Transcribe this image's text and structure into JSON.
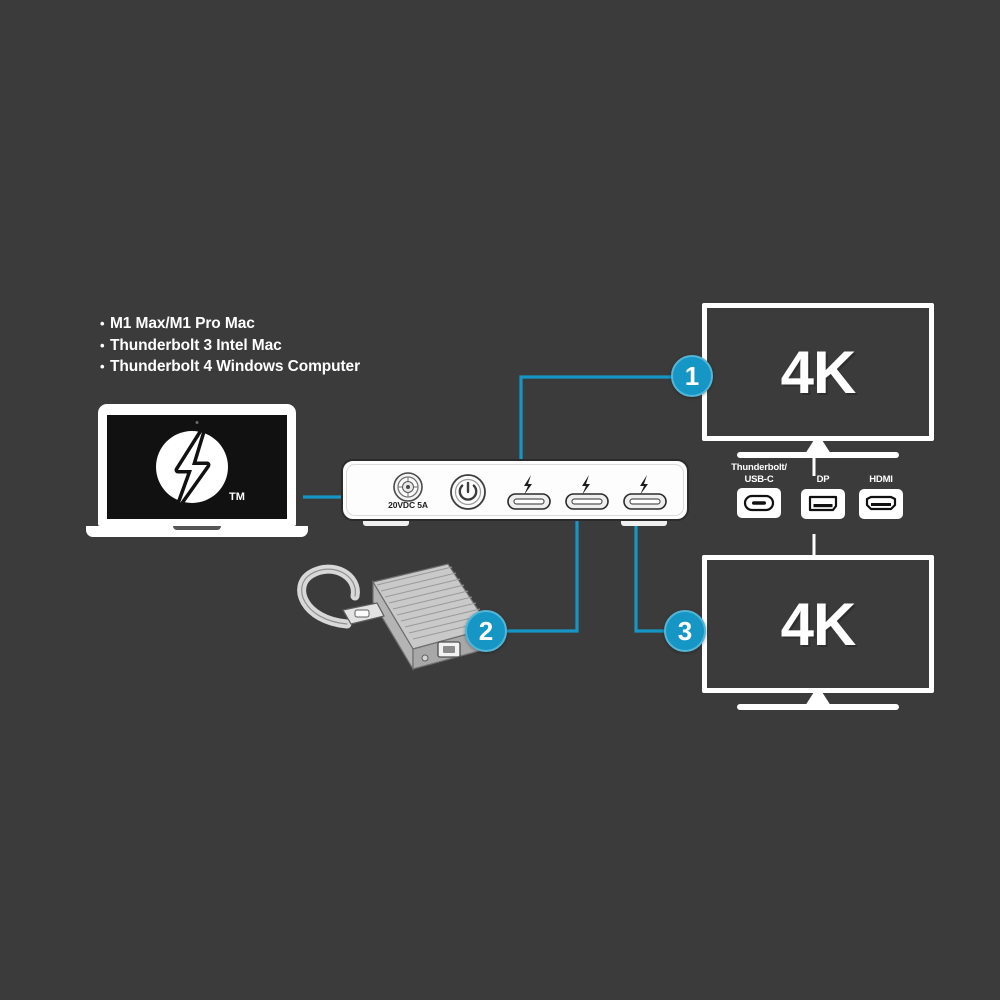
{
  "background_color": "#3b3b3b",
  "accent_color": "#1596c4",
  "compatibility": {
    "bullet": "•",
    "items": [
      "M1 Max/M1 Pro Mac",
      "Thunderbolt 3 Intel Mac",
      "Thunderbolt 4 Windows Computer"
    ]
  },
  "laptop": {
    "logo_icon": "thunderbolt-logo",
    "trademark": "TM"
  },
  "dock": {
    "power_jack_label": "20VDC 5A",
    "power_button_icon": "power-icon",
    "ports": [
      {
        "icon": "thunderbolt-bolt-icon",
        "type": "usb-c"
      },
      {
        "icon": "thunderbolt-bolt-icon",
        "type": "usb-c"
      },
      {
        "icon": "thunderbolt-bolt-icon",
        "type": "usb-c"
      }
    ]
  },
  "monitors": {
    "top": {
      "label": "4K"
    },
    "bottom": {
      "label": "4K"
    }
  },
  "port_legend": [
    {
      "id": "thunderbolt-usb-c",
      "label_line1": "Thunderbolt/",
      "label_line2": "USB-C",
      "icon": "usb-c-port-icon"
    },
    {
      "id": "dp",
      "label_line1": "DP",
      "label_line2": "",
      "icon": "displayport-port-icon"
    },
    {
      "id": "hdmi",
      "label_line1": "HDMI",
      "label_line2": "",
      "icon": "hdmi-port-icon"
    }
  ],
  "steps": [
    {
      "number": "1"
    },
    {
      "number": "2"
    },
    {
      "number": "3"
    }
  ],
  "external_drive": {
    "icon": "external-drive-icon"
  }
}
